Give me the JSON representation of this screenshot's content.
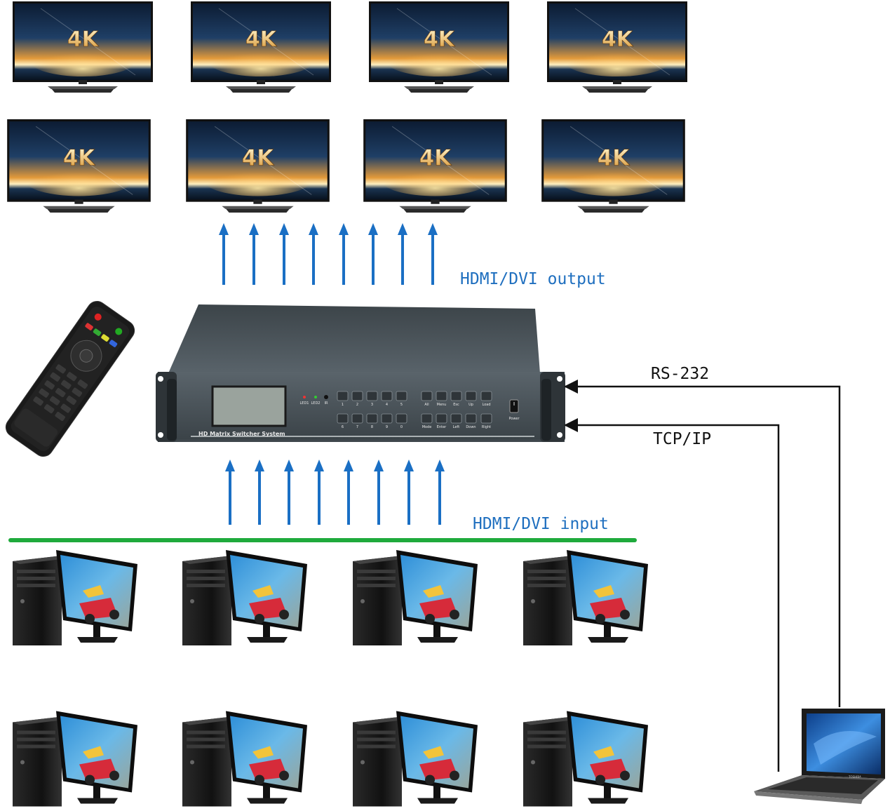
{
  "labels": {
    "output": "HDMI/DVI output",
    "input": "HDMI/DVI input",
    "rs232": "RS-232",
    "tcpip": "TCP/IP"
  },
  "tv_text": "4K",
  "device": {
    "name": "HD Matrix Switcher System",
    "leds": [
      "LED1",
      "LED2",
      "IR"
    ],
    "num_top": [
      "1",
      "2",
      "3",
      "4",
      "5"
    ],
    "num_bottom": [
      "6",
      "7",
      "8",
      "9",
      "0"
    ],
    "func_top": [
      "All",
      "Menu",
      "Esc",
      "Up",
      "Load"
    ],
    "func_bottom": [
      "Mode",
      "Enter",
      "Left",
      "Down",
      "Right"
    ],
    "power": "Power"
  },
  "laptop_brand": "TOSHIBA",
  "colors": {
    "arrow": "#1a6fc4",
    "input_bus": "#1faa3c",
    "label_blue": "#1f6fbf",
    "chassis": "#4a5359",
    "line_black": "#111111"
  },
  "icons": [
    "tv-icon",
    "remote-control-icon",
    "pc-tower-icon",
    "monitor-icon",
    "laptop-icon",
    "up-arrow-icon"
  ]
}
